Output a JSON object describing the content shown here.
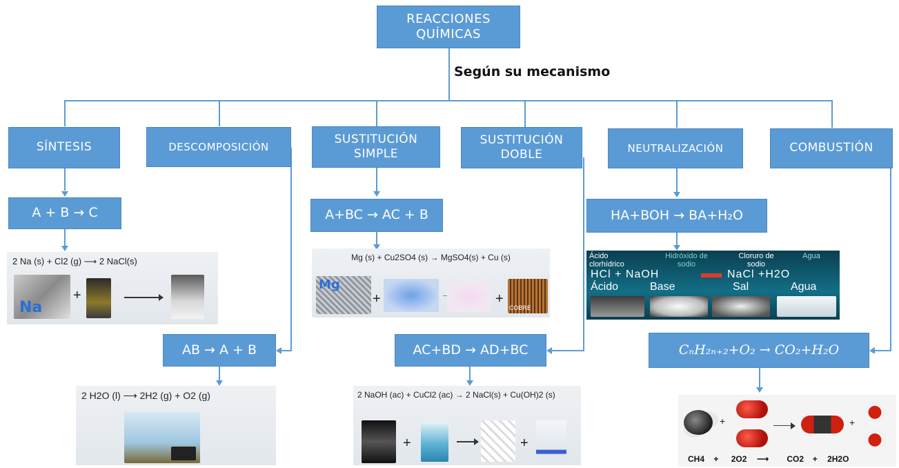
{
  "root": {
    "title": "REACCIONES QUÍMICAS"
  },
  "caption": "Según su mecanismo",
  "categories": {
    "sintesis": "SÍNTESIS",
    "descomposicion": "DESCOMPOSICIÓN",
    "sustitucion_simple": "SUSTITUCIÓN SIMPLE",
    "sustitucion_doble": "SUSTITUCIÓN DOBLE",
    "neutralizacion": "NEUTRALIZACIÓN",
    "combustion": "COMBUSTIÓN"
  },
  "equations": {
    "sintesis": "A + B → C",
    "descomposicion": "AB → A + B",
    "sustitucion_simple": "A+BC → AC + B",
    "sustitucion_doble": "AC+BD → AD+BC",
    "neutralizacion": "HA+BOH → BA+H₂O",
    "combustion": "CₙH₂ₙ₊₂+O₂ → CO₂+H₂O"
  },
  "examples": {
    "sintesis": {
      "reaction": "2 Na (s) + Cl2 (g) ⟶ 2 NaCl(s)",
      "label_na": "Na"
    },
    "descomposicion": {
      "reaction": "2 H2O (l) ⟶ 2H2 (g) + O2 (g)"
    },
    "sustitucion_simple": {
      "reaction": "Mg (s) + Cu2SO4 (s) → MgSO4(s) + Cu (s)",
      "label_mg": "Mg",
      "label_cobre": "COBRE"
    },
    "sustitucion_doble": {
      "reaction": "2 NaOH (ac) + CuCl2 (ac) → 2 NaCl(s) + Cu(OH)2 (s)"
    },
    "neutralizacion": {
      "names": [
        "Ácido clorhídrico",
        "Hidróxido de sodio",
        "Cloruro de sodio",
        "Agua"
      ],
      "formula_left": "HCl + NaOH",
      "formula_right": "NaCl +H2O",
      "roles": [
        "Ácido",
        "Base",
        "Sal",
        "Agua"
      ]
    },
    "combustion": {
      "reaction": [
        "CH4",
        "+",
        "2O2",
        "⟶",
        "CO2",
        "+",
        "2H2O"
      ]
    }
  },
  "colors": {
    "box": "#5b9bd5",
    "line": "#5b9bd5",
    "neutral_bg": "#0f5a6e"
  }
}
